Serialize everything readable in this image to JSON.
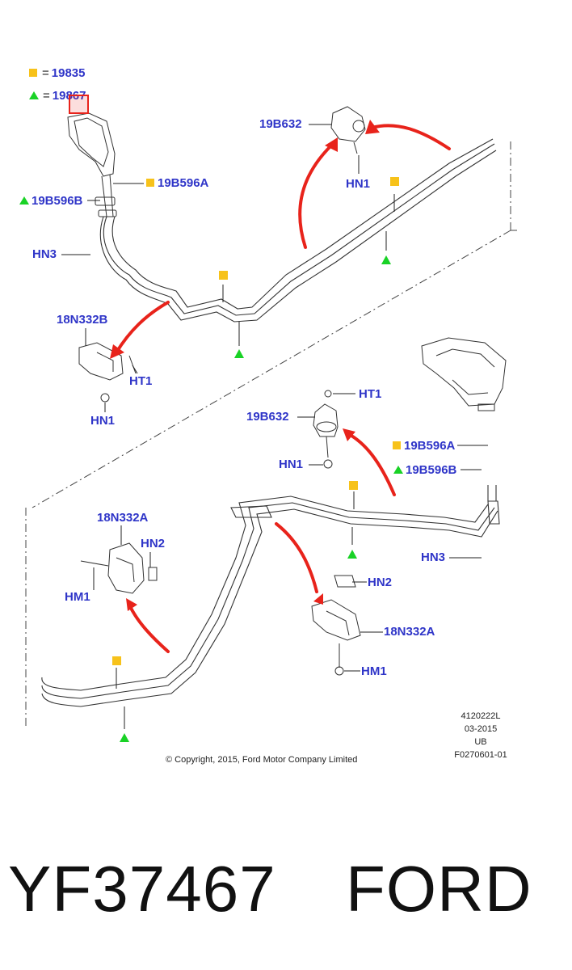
{
  "legend": {
    "square_label": "19835",
    "triangle_label": "19867",
    "equals": "="
  },
  "labels": {
    "b632_top": "19B632",
    "hn1_top": "HN1",
    "b596a_top": "19B596A",
    "b596b_top": "19B596B",
    "hn3_top": "HN3",
    "n332b": "18N332B",
    "ht1_left": "HT1",
    "hn1_left": "HN1",
    "ht1_mid": "HT1",
    "b632_mid": "19B632",
    "hn1_mid": "HN1",
    "b596a_right": "19B596A",
    "b596b_right": "19B596B",
    "hn3_right": "HN3",
    "n332a_left": "18N332A",
    "hn2_left": "HN2",
    "hm1_left": "HM1",
    "hn2_right": "HN2",
    "n332a_right": "18N332A",
    "hm1_right": "HM1"
  },
  "meta": {
    "line1": "4120222L",
    "line2": "03-2015",
    "line3": "UB",
    "line4": "F0270601-01"
  },
  "copyright": "© Copyright, 2015, Ford Motor Company Limited",
  "part_number": "YF37467",
  "brand": "FORD",
  "colors": {
    "label": "#2f35c8",
    "square_marker": "#f7c21a",
    "triangle_marker": "#19d226",
    "arrow": "#e8231b",
    "line": "#333333"
  }
}
